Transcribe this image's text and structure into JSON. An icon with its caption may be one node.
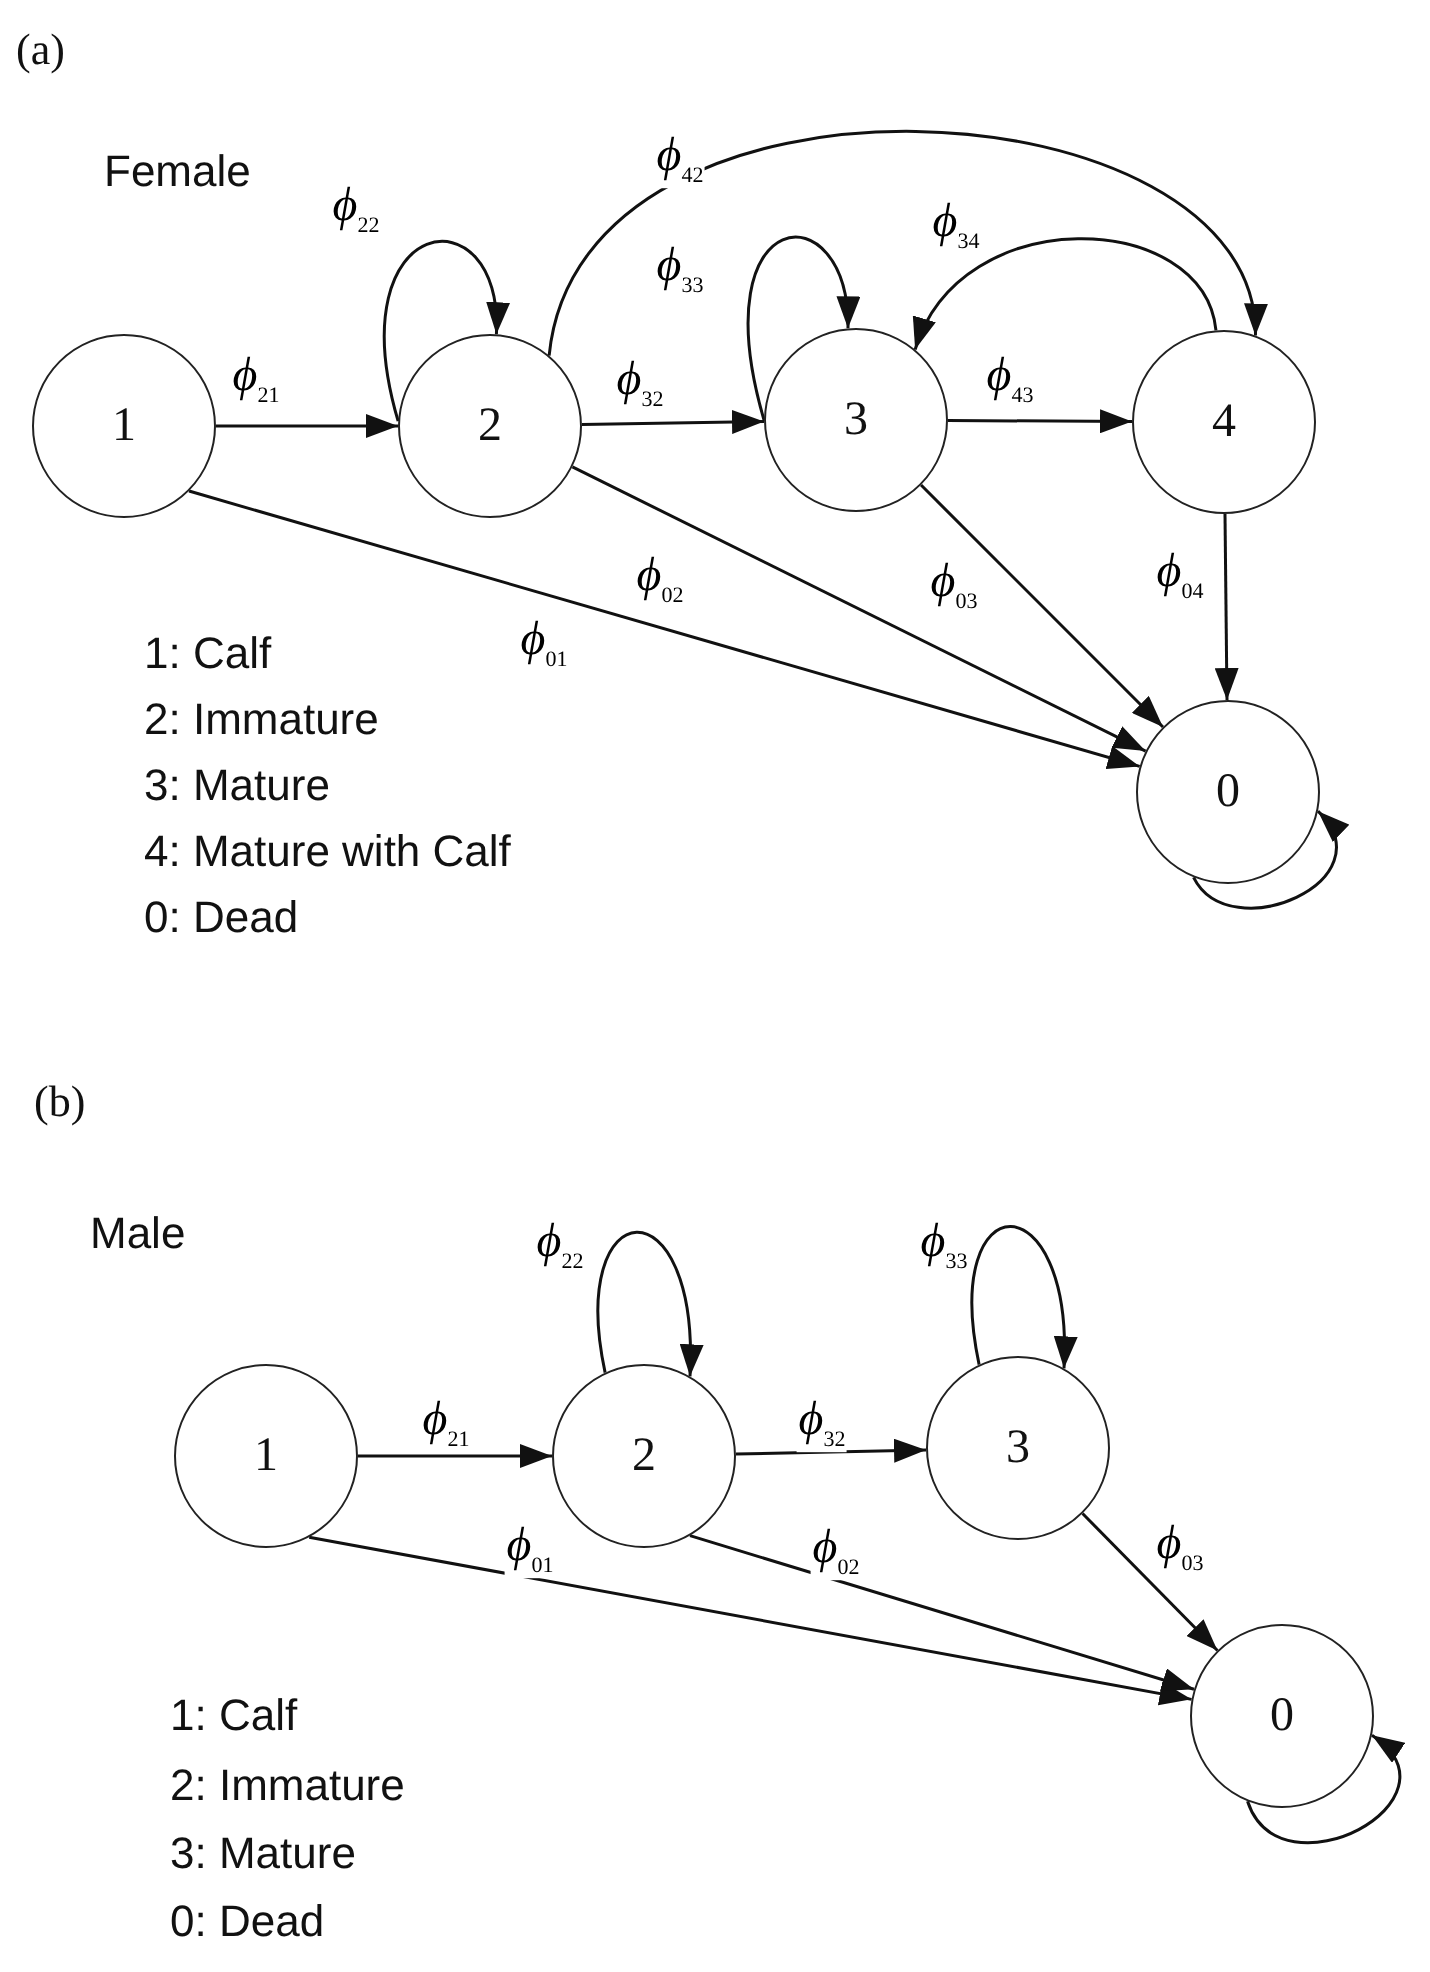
{
  "diagram": {
    "nodes": [
      {
        "text": [
          "1"
        ]
      },
      {
        "text": [
          "2"
        ]
      },
      {
        "text": [
          "3"
        ]
      },
      {
        "text": [
          "4"
        ]
      },
      {
        "text": [
          "0"
        ]
      },
      {
        "text": [
          "1"
        ]
      },
      {
        "text": [
          "2"
        ]
      },
      {
        "text": [
          "3"
        ]
      },
      {
        "text": [
          "0"
        ]
      }
    ],
    "edges": [
      {
        "from": 0,
        "to": 1,
        "arrow": "to",
        "label": "ϕ$_{21}$"
      },
      {
        "from": 1,
        "to": 1,
        "arrow": "to",
        "label": "ϕ$_{22}$"
      },
      {
        "from": 1,
        "to": 2,
        "arrow": "to",
        "label": "ϕ$_{32}$"
      },
      {
        "from": 2,
        "to": 2,
        "arrow": "to",
        "label": "ϕ$_{33}$"
      },
      {
        "from": 2,
        "to": 3,
        "arrow": "to",
        "label": "ϕ$_{43}$"
      },
      {
        "from": 3,
        "to": 2,
        "arrow": "to",
        "label": "ϕ$_{34}$"
      },
      {
        "from": 1,
        "to": 3,
        "arrow": "to",
        "label": "ϕ$_{42}$"
      },
      {
        "from": 0,
        "to": 4,
        "arrow": "to",
        "label": "ϕ$_{01}$"
      },
      {
        "from": 1,
        "to": 4,
        "arrow": "to",
        "label": "ϕ$_{02}$"
      },
      {
        "from": 2,
        "to": 4,
        "arrow": "to",
        "label": "ϕ$_{03}$"
      },
      {
        "from": 3,
        "to": 4,
        "arrow": "to",
        "label": "ϕ$_{04}$"
      },
      {
        "from": 4,
        "to": 4,
        "arrow": "to"
      },
      {
        "from": 5,
        "to": 6,
        "arrow": "to",
        "label": "ϕ$_{21}$"
      },
      {
        "from": 6,
        "to": 6,
        "arrow": "to",
        "label": "ϕ$_{22}$"
      },
      {
        "from": 6,
        "to": 7,
        "arrow": "to",
        "label": "ϕ$_{32}$"
      },
      {
        "from": 7,
        "to": 7,
        "arrow": "to",
        "label": "ϕ$_{33}$"
      },
      {
        "from": 5,
        "to": 8,
        "arrow": "to",
        "label": "ϕ$_{01}$"
      },
      {
        "from": 6,
        "to": 8,
        "arrow": "to",
        "label": "ϕ$_{02}$"
      },
      {
        "from": 7,
        "to": 8,
        "arrow": "to",
        "label": "ϕ$_{03}$"
      },
      {
        "from": 8,
        "to": 8,
        "arrow": "to"
      }
    ],
    "labels": [
      "(a)",
      "Female",
      "1: Calf",
      "2: Immature",
      "3: Mature",
      "4: Mature with Calf",
      "0: Dead",
      "(b)",
      "Male",
      "1: Calf",
      "2: Immature",
      "3: Mature",
      "0: Dead"
    ]
  }
}
